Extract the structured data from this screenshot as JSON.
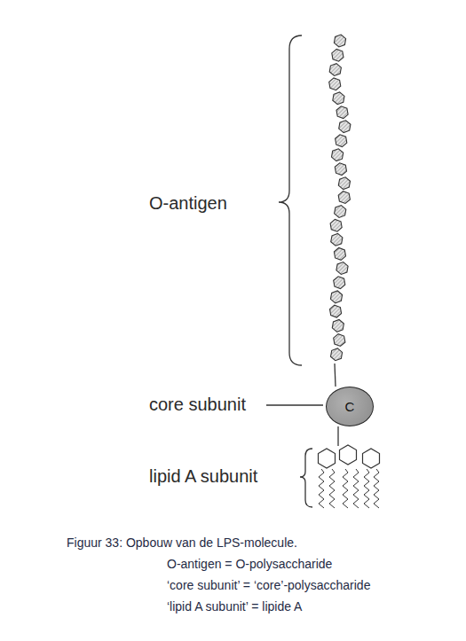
{
  "diagram": {
    "caption": "Figuur 33: Opbouw van de LPS-molecule.",
    "nodes": [
      {
        "text": [
          "C"
        ]
      }
    ],
    "labels": [
      "O-antigen",
      "core subunit",
      "lipid A subunit",
      "O-antigen = O-polysaccharide",
      "‘core subunit’ = ‘core’-polysaccharide",
      "‘lipid A subunit’ = lipide A"
    ]
  }
}
